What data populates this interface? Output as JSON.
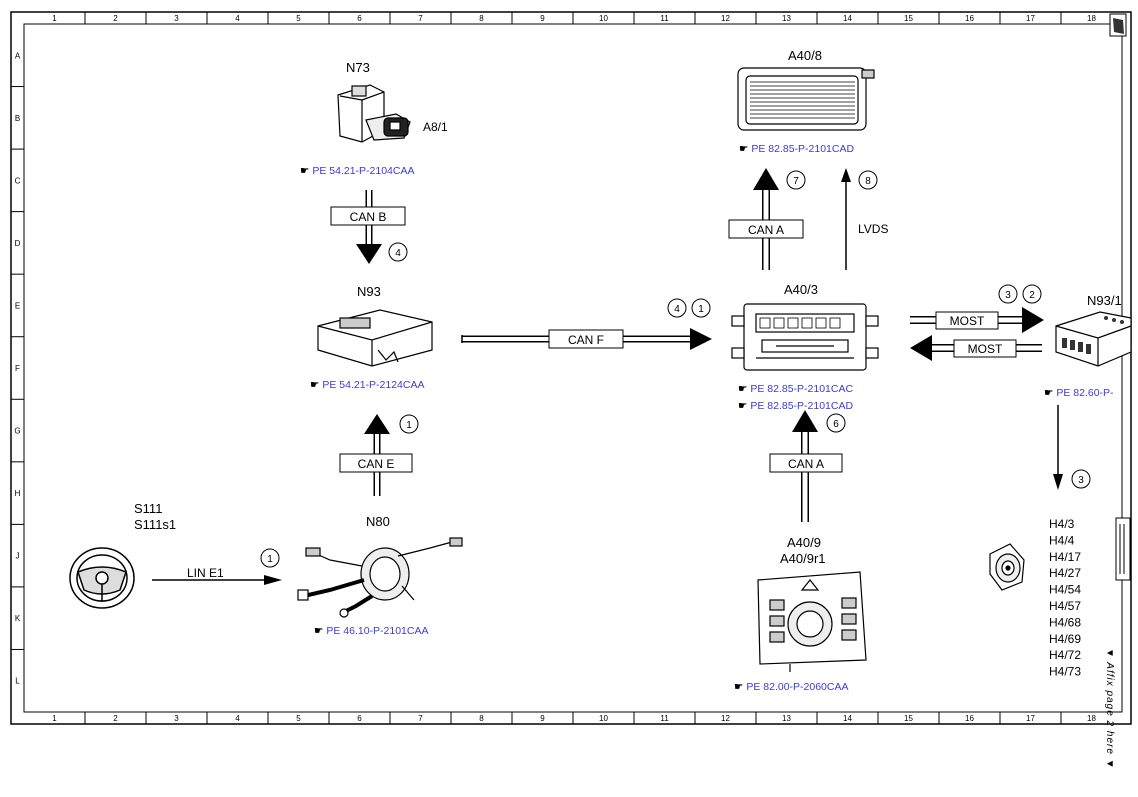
{
  "grid": {
    "columns": [
      "1",
      "2",
      "3",
      "4",
      "5",
      "6",
      "7",
      "8",
      "9",
      "10",
      "11",
      "12",
      "13",
      "14",
      "15",
      "16",
      "17",
      "18"
    ],
    "rows": [
      "A",
      "B",
      "C",
      "D",
      "E",
      "F",
      "G",
      "H",
      "J",
      "K",
      "L"
    ]
  },
  "components": {
    "n73": {
      "label": "N73",
      "sub": "A8/1",
      "ref": "PE 54.21-P-2104CAA"
    },
    "n93": {
      "label": "N93",
      "ref": "PE 54.21-P-2124CAA"
    },
    "n80": {
      "label": "N80",
      "ref": "PE 46.10-P-2101CAA"
    },
    "s111": {
      "label1": "S111",
      "label2": "S111s1"
    },
    "a40_8": {
      "label": "A40/8",
      "ref": "PE 82.85-P-2101CAD"
    },
    "a40_3": {
      "label": "A40/3",
      "ref1": "PE 82.85-P-2101CAC",
      "ref2": "PE 82.85-P-2101CAD"
    },
    "a40_9": {
      "label1": "A40/9",
      "label2": "A40/9r1",
      "ref": "PE 82.00-P-2060CAA"
    },
    "n93_1": {
      "label": "N93/1",
      "ref": "PE 82.60-P-"
    },
    "speakers": {
      "labels": [
        "H4/3",
        "H4/4",
        "H4/17",
        "H4/27",
        "H4/54",
        "H4/57",
        "H4/68",
        "H4/69",
        "H4/72",
        "H4/73"
      ]
    }
  },
  "buses": {
    "can_b": "CAN B",
    "can_e": "CAN E",
    "can_f": "CAN F",
    "can_a_top": "CAN A",
    "can_a_bottom": "CAN A",
    "lvds": "LVDS",
    "most_top": "MOST",
    "most_bottom": "MOST",
    "lin_e1": "LIN E1"
  },
  "circled_numbers": {
    "can_b": "4",
    "can_e": "1",
    "can_f_a": "4",
    "can_f_b": "1",
    "can_a_top": "7",
    "lvds": "8",
    "most_a": "3",
    "most_b": "2",
    "can_a_bottom": "6",
    "lin": "1",
    "speaker": "3"
  },
  "margin_note": "▼ Affix page 2 here ▼",
  "colors": {
    "link": "#3b3bd6",
    "line": "#000000",
    "background": "#ffffff"
  }
}
